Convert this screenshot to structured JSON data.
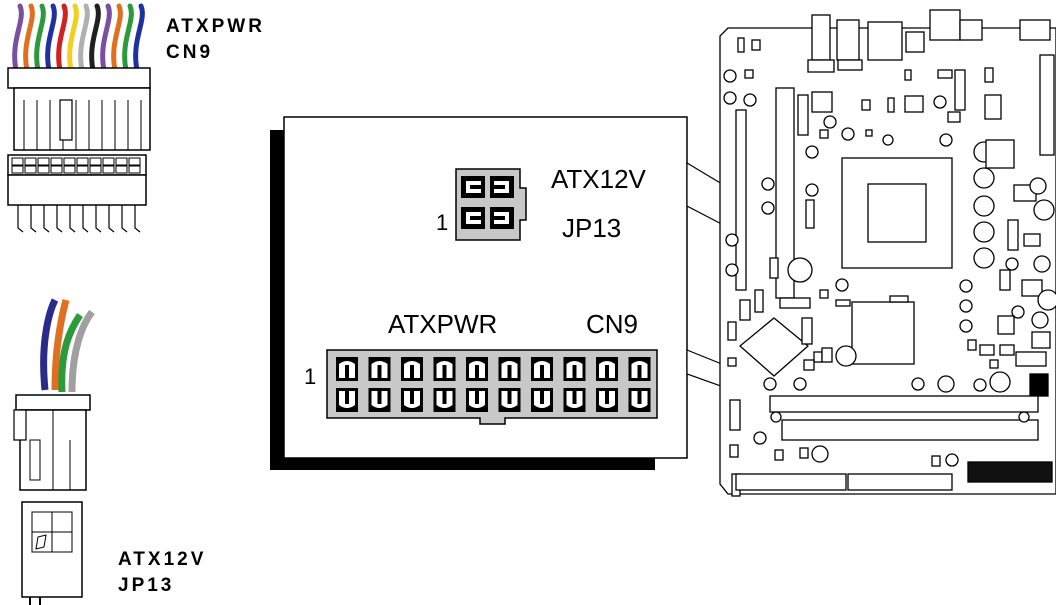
{
  "top_connector": {
    "line1": "ATXPWR",
    "line2": "CN9"
  },
  "bottom_connector": {
    "line1": "ATX12V",
    "line2": "JP13"
  },
  "detail": {
    "atx12v_label": "ATX12V",
    "jp13_label": "JP13",
    "pin1_label_small": "1",
    "atxpwr_label": "ATXPWR",
    "cn9_label": "CN9",
    "pin1_label_large": "1"
  },
  "wire_colors": [
    "#7a4fa0",
    "#e07020",
    "#2a9a3a",
    "#2030a0",
    "#d02020",
    "#f0d020",
    "#b0b0b0",
    "#202020"
  ],
  "connector_fill": "#c8c8c8"
}
